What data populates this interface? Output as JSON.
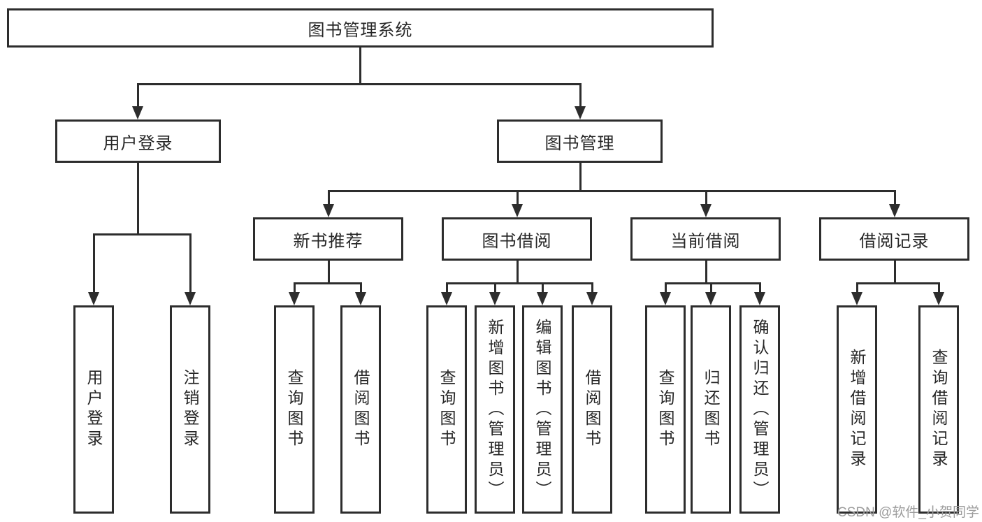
{
  "colors": {
    "background": "#ffffff",
    "line": "#2d2d2d",
    "border": "#2d2d2d",
    "text": "#262626",
    "watermark": "#9c9c9c"
  },
  "watermark": {
    "text": "CSDN @软件_小贺同学"
  },
  "diagram": {
    "root": {
      "label": "图书管理系统"
    },
    "branches": [
      {
        "label": "用户登录",
        "children": [
          "用户登录",
          "注销登录"
        ]
      },
      {
        "label": "图书管理",
        "groups": [
          {
            "label": "新书推荐",
            "children": [
              "查询图书",
              "借阅图书"
            ]
          },
          {
            "label": "图书借阅",
            "children": [
              "查询图书",
              "新增图书（管理员）",
              "编辑图书（管理员）",
              "借阅图书"
            ]
          },
          {
            "label": "当前借阅",
            "children": [
              "查询图书",
              "归还图书",
              "确认归还（管理员）"
            ]
          },
          {
            "label": "借阅记录",
            "children": [
              "新增借阅记录",
              "查询借阅记录"
            ]
          }
        ]
      }
    ]
  }
}
